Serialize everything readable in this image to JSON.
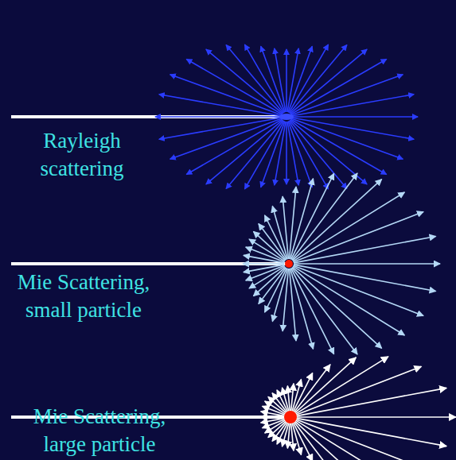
{
  "diagram": {
    "labels": [
      "Rayleigh scattering",
      "Mie Scattering, small particle",
      "Mie Scattering, large particle"
    ]
  }
}
